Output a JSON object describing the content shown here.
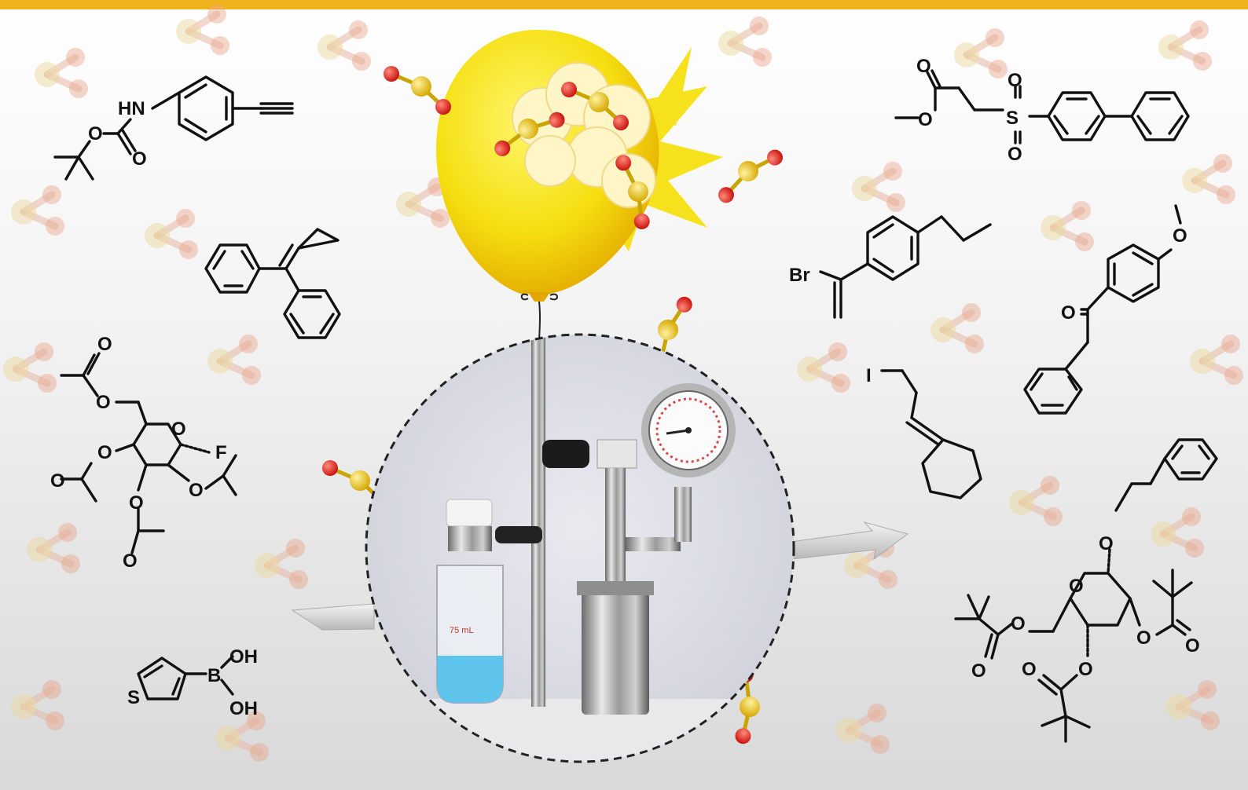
{
  "atom_labels": {
    "nh": "HN",
    "o": "O",
    "s": "S",
    "b": "B",
    "oh": "OH",
    "f": "F",
    "br": "Br",
    "i": "I"
  },
  "apparatus": {
    "bottle_volume_label": "75 mL"
  },
  "colors": {
    "accent_bar": "#f0b21a",
    "balloon": "#f5e11c",
    "sulfur": "#e7c21a",
    "oxygen": "#e3231c",
    "bottle_liquid": "#5fc4ec",
    "dashed_circle": "#222222",
    "arrow": "#d8d8d8"
  }
}
